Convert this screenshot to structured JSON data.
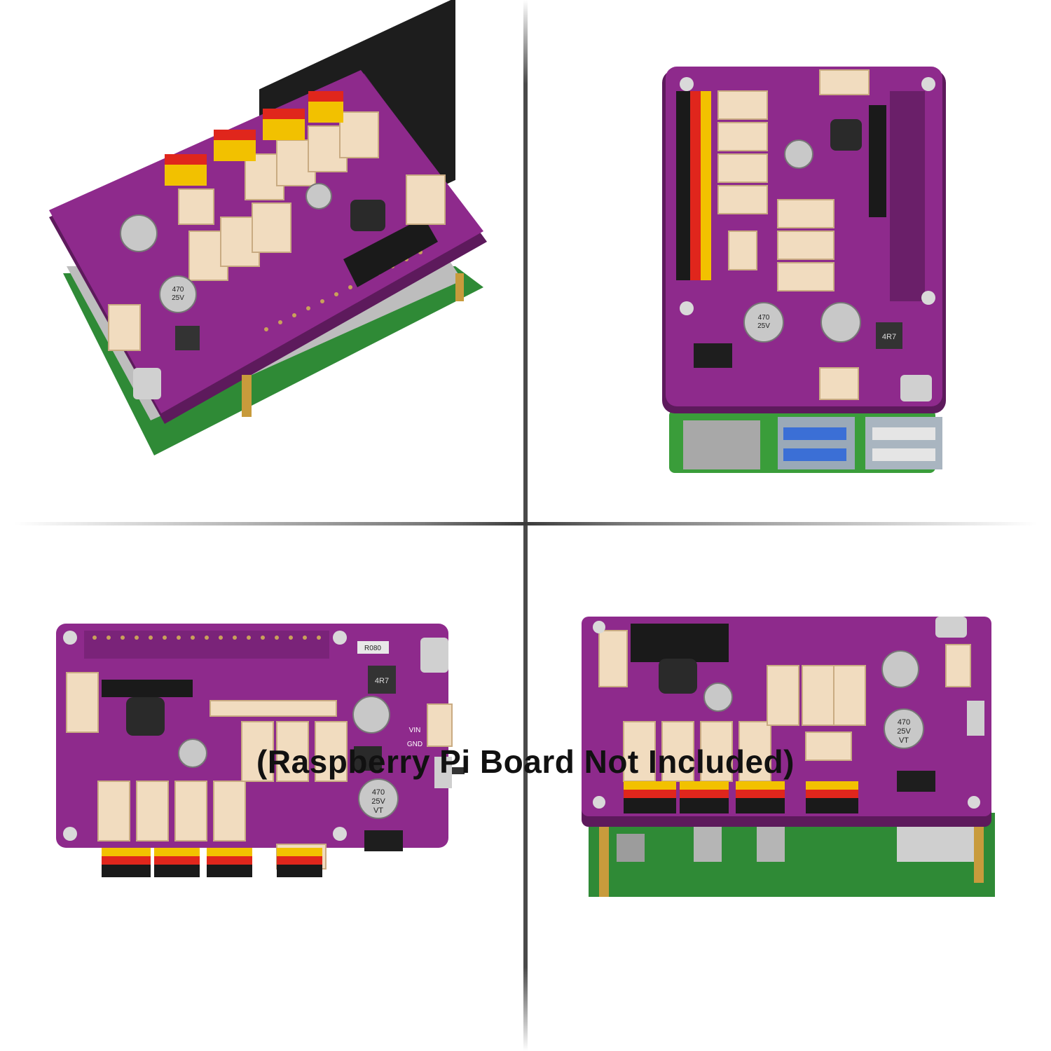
{
  "caption": "(Raspberry Pi Board Not Included)",
  "colors": {
    "board_purple": "#8e2a8c",
    "board_purple_dark": "#5d1a5c",
    "connector_cream": "#f1dcbf",
    "pin_red": "#e0261c",
    "pin_yellow": "#f2c100",
    "pin_black": "#1a1a1a",
    "pi_green": "#3a9d3a",
    "background": "#ffffff"
  },
  "photos": [
    {
      "view": "angled-front-left"
    },
    {
      "view": "top-down-on-pi"
    },
    {
      "view": "flat-top"
    },
    {
      "view": "angled-front-right"
    }
  ],
  "silkscreen": {
    "cap_top": "470",
    "cap_mid": "25V",
    "cap_bottom": "VT",
    "inductor": "4R7",
    "resistor": "R080",
    "vin": "VIN",
    "gnd": "GND"
  }
}
